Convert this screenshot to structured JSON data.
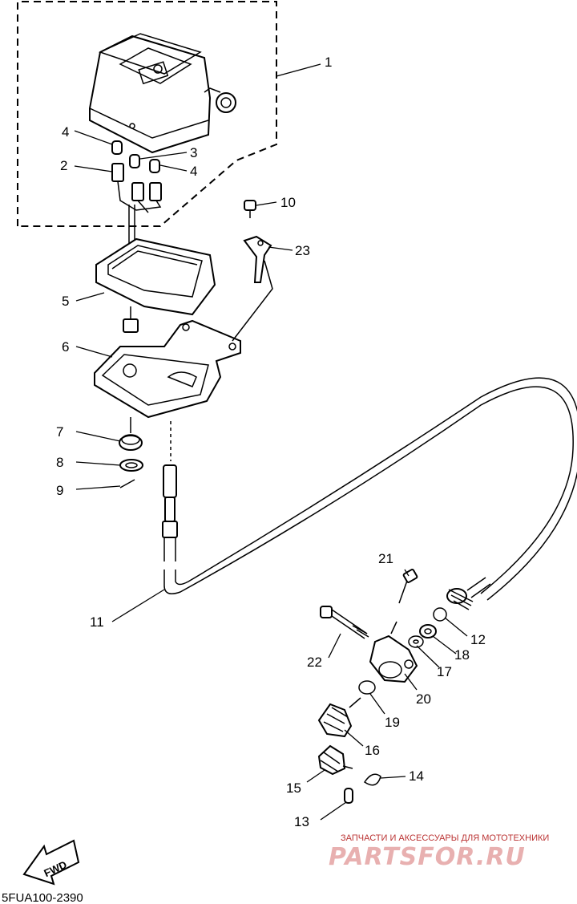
{
  "diagram_code": "5FUA100-2390",
  "fwd_label": "FWD",
  "watermark": {
    "tagline": "ЗАПЧАСТИ И АКСЕССУАРЫ ДЛЯ МОТОТЕХНИКИ",
    "logo": "PARTSFOR.RU"
  },
  "callouts": [
    "1",
    "2",
    "3",
    "4",
    "4",
    "5",
    "6",
    "7",
    "8",
    "9",
    "10",
    "11",
    "12",
    "13",
    "14",
    "15",
    "16",
    "17",
    "18",
    "19",
    "20",
    "21",
    "22",
    "23"
  ]
}
